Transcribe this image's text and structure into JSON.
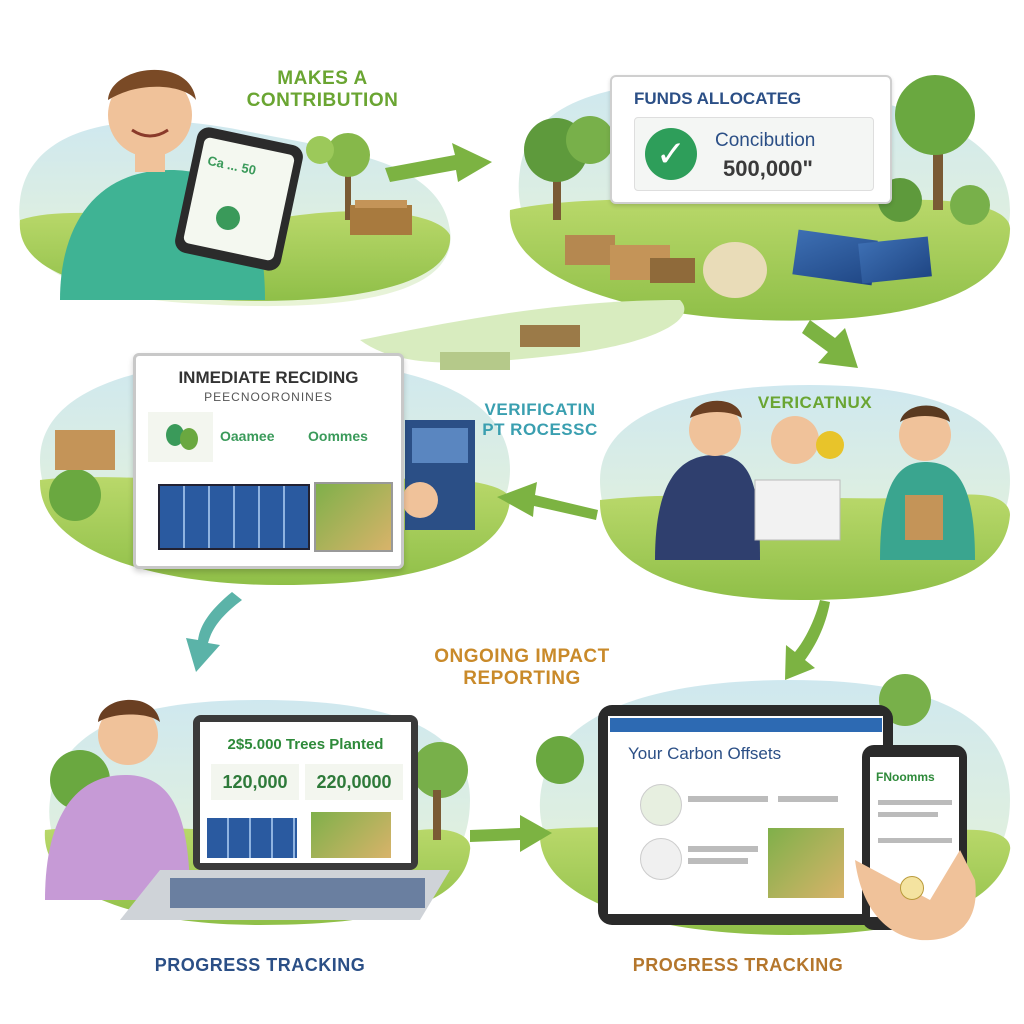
{
  "steps": {
    "contribution": {
      "label_line1": "MAKES A",
      "label_line2": "CONTRIBUTION",
      "phone_text": "Ca ... 50"
    },
    "funds": {
      "card_title": "FUNDS ALLOCATEG",
      "card_line1": "Concibution",
      "card_line2": "500,000\""
    },
    "recording": {
      "panel_title": "INMEDIATE RECIDING",
      "panel_subtitle": "PEECNOORONINES",
      "stat1": "Oaamee",
      "stat2": "Oommes"
    },
    "verification": {
      "side_label_line1": "VERIFICATIN",
      "side_label_line2": "PT ROCESSC",
      "scene_label": "VERICATNUX"
    },
    "ongoing": {
      "label_line1": "ONGOING IMPACT",
      "label_line2": "REPORTING"
    },
    "laptop": {
      "header": "2$5.000 Trees Planted",
      "value1": "120,000",
      "value2": "220,0000",
      "caption": "PROGRESS TRACKING"
    },
    "tablet": {
      "header": "Your Carbon Offsets",
      "phone_header": "FNoomms",
      "caption": "PROGRESS TRACKING"
    }
  },
  "colors": {
    "arrow_green": "#7cb342",
    "arrow_teal": "#5bb3a8",
    "label_green": "#6aa532",
    "label_orange": "#c98a2a",
    "label_navy": "#2b4f86",
    "checkmark": "#2e9e5a"
  },
  "icons": [
    "check-icon",
    "solar-panel-icon",
    "tree-icon",
    "phone-icon",
    "laptop-icon",
    "tablet-icon",
    "arrow-icon"
  ]
}
